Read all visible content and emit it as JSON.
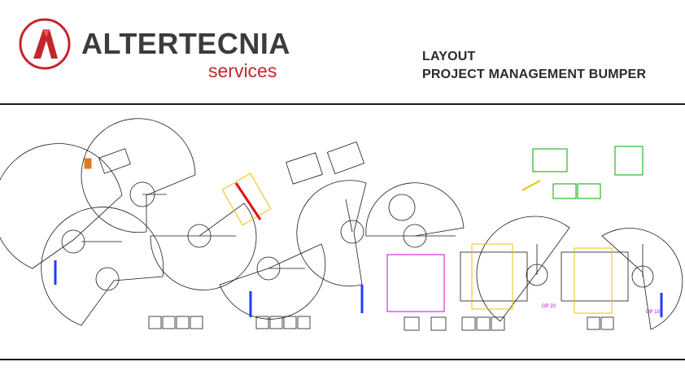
{
  "header": {
    "brand_name": "ALTERTECNIA",
    "brand_subtitle": "services",
    "title_line1": "LAYOUT",
    "title_line2": "PROJECT MANAGEMENT BUMPER",
    "logo_icon": "stylized-A-logo-icon"
  },
  "colors": {
    "brand_red": "#c3262a",
    "brand_gray": "#3c3c3c",
    "rule": "#1a1a1a",
    "drawing_line": "#1a1a1a",
    "cad_yellow": "#e8c400",
    "cad_magenta": "#d400d4",
    "cad_blue": "#1f3cff",
    "cad_green": "#00a800"
  },
  "layout": {
    "cell_labels": [
      "OP 20",
      "OP 10"
    ]
  }
}
